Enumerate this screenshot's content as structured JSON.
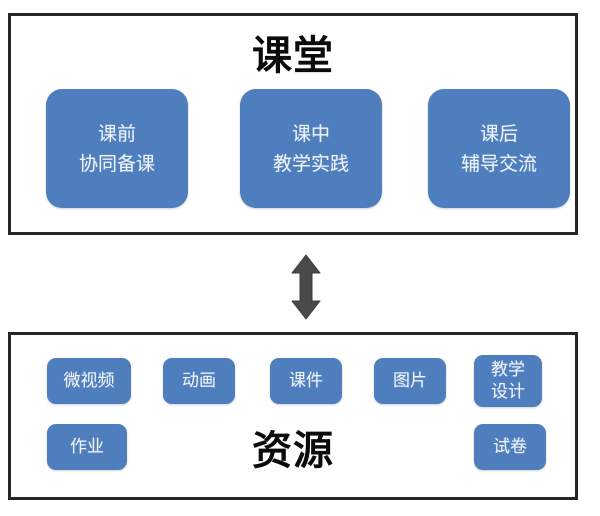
{
  "diagram": {
    "title_semantic": "classroom-resource-relationship-diagram",
    "colors": {
      "box_fill": "#4e7ebd",
      "box_text": "#eef3fa",
      "frame_border": "#262626",
      "arrow": "#4a4a4a",
      "background": "#ffffff"
    }
  },
  "classroom": {
    "title": "课堂",
    "boxes": [
      {
        "line1": "课前",
        "line2": "协同备课"
      },
      {
        "line1": "课中",
        "line2": "教学实践"
      },
      {
        "line1": "课后",
        "line2": "辅导交流"
      }
    ]
  },
  "connector": {
    "icon": "double-headed-vertical-arrow",
    "direction": "bidirectional"
  },
  "resource": {
    "title": "资源",
    "chips": [
      {
        "line1": "微视频",
        "line2": ""
      },
      {
        "line1": "动画",
        "line2": ""
      },
      {
        "line1": "课件",
        "line2": ""
      },
      {
        "line1": "图片",
        "line2": ""
      },
      {
        "line1": "教学",
        "line2": "设计"
      },
      {
        "line1": "作业",
        "line2": ""
      },
      {
        "line1": "试卷",
        "line2": ""
      }
    ]
  }
}
